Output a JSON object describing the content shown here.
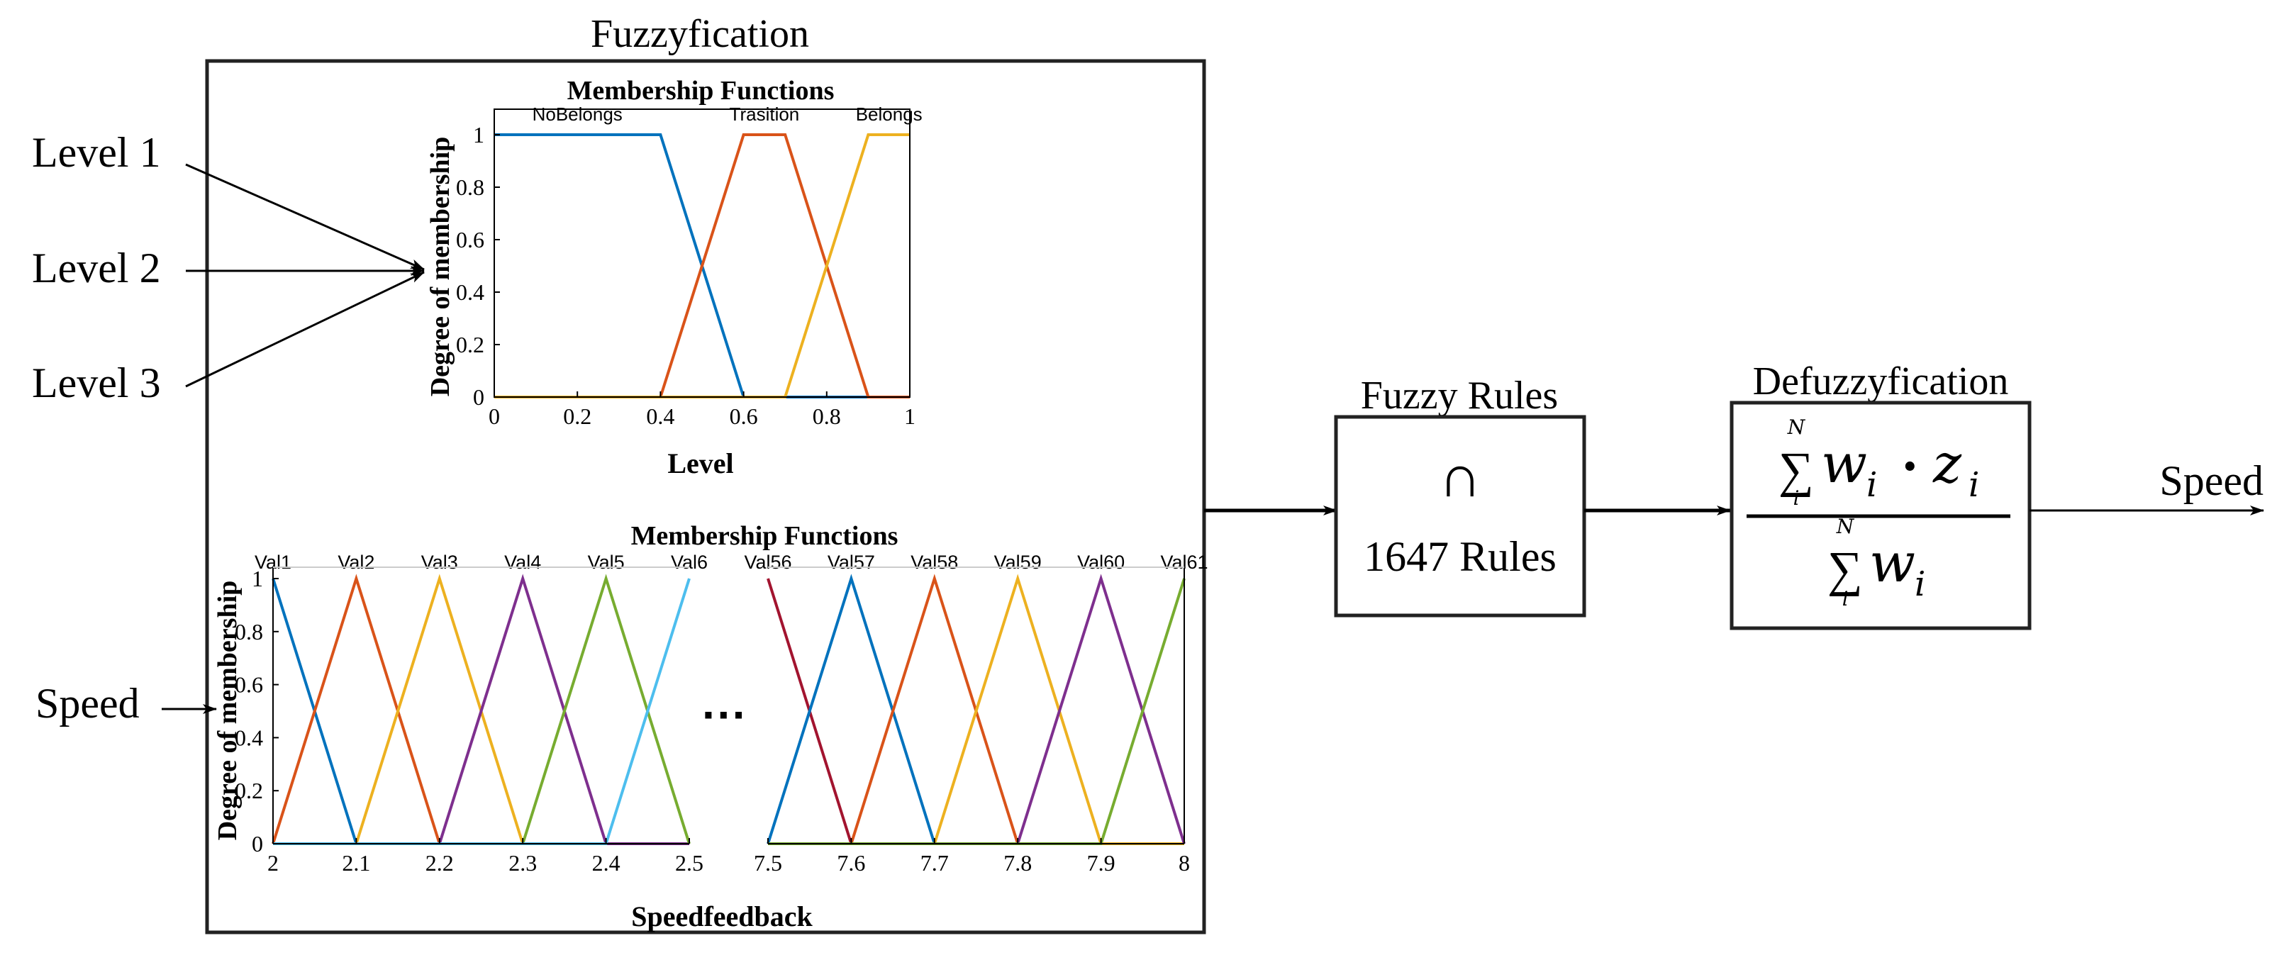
{
  "diagram": {
    "fuzzification_title": "Fuzzyfication",
    "inputs": [
      "Level 1",
      "Level 2",
      "Level 3",
      "Speed"
    ],
    "rules": {
      "title": "Fuzzy Rules",
      "symbol": "∩",
      "text": "1647 Rules"
    },
    "defuzz": {
      "title": "Defuzzyfication",
      "num_sum": "∑",
      "num_top": "N",
      "num_bottom": "i",
      "num_w": "w",
      "num_wsub": "i",
      "num_dot": "·",
      "num_z": "z",
      "num_zsub": "i",
      "den_sum": "∑",
      "den_top": "N",
      "den_bottom": "i",
      "den_w": "w",
      "den_wsub": "i"
    },
    "output": "Speed",
    "ellipsis": "···"
  },
  "chart_data": [
    {
      "type": "line",
      "title": "Membership Functions",
      "xlabel": "Level",
      "ylabel": "Degree of membership",
      "xlim": [
        0,
        1
      ],
      "ylim": [
        0,
        1
      ],
      "xticks": [
        "0",
        "0.2",
        "0.4",
        "0.6",
        "0.8",
        "1"
      ],
      "yticks": [
        "0",
        "0.2",
        "0.4",
        "0.6",
        "0.8",
        "1"
      ],
      "series": [
        {
          "name": "NoBelongs",
          "color": "#0072BD",
          "x": [
            0,
            0.4,
            0.6,
            1
          ],
          "y": [
            1,
            1,
            0,
            0
          ]
        },
        {
          "name": "Trasition",
          "color": "#D95319",
          "x": [
            0,
            0.4,
            0.6,
            0.7,
            0.9,
            1
          ],
          "y": [
            0,
            0,
            1,
            1,
            0,
            0
          ]
        },
        {
          "name": "Belongs",
          "color": "#EDB120",
          "x": [
            0,
            0.7,
            0.9,
            1
          ],
          "y": [
            0,
            0,
            1,
            1
          ]
        }
      ]
    },
    {
      "type": "line",
      "title": "Membership Functions",
      "xlabel": "Speedfeedback",
      "ylabel": "Degree of membership",
      "ylim": [
        0,
        1
      ],
      "yticks": [
        "0",
        "0.2",
        "0.4",
        "0.6",
        "0.8",
        "1"
      ],
      "panels": [
        {
          "xlim": [
            2,
            2.5
          ],
          "xticks": [
            "2",
            "2.1",
            "2.2",
            "2.3",
            "2.4",
            "2.5"
          ],
          "series": [
            {
              "name": "Val1",
              "color": "#0072BD",
              "x": [
                2,
                2.1,
                2.5
              ],
              "y": [
                1,
                0,
                0
              ]
            },
            {
              "name": "Val2",
              "color": "#D95319",
              "x": [
                2,
                2.1,
                2.2,
                2.5
              ],
              "y": [
                0,
                1,
                0,
                0
              ]
            },
            {
              "name": "Val3",
              "color": "#EDB120",
              "x": [
                2,
                2.1,
                2.2,
                2.3,
                2.5
              ],
              "y": [
                0,
                0,
                1,
                0,
                0
              ]
            },
            {
              "name": "Val4",
              "color": "#7E2F8E",
              "x": [
                2,
                2.2,
                2.3,
                2.4,
                2.5
              ],
              "y": [
                0,
                0,
                1,
                0,
                0
              ]
            },
            {
              "name": "Val5",
              "color": "#77AC30",
              "x": [
                2,
                2.3,
                2.4,
                2.5
              ],
              "y": [
                0,
                0,
                1,
                0
              ]
            },
            {
              "name": "Val6",
              "color": "#4DBEEE",
              "x": [
                2,
                2.4,
                2.5
              ],
              "y": [
                0,
                0,
                1
              ]
            }
          ]
        },
        {
          "xlim": [
            7.5,
            8
          ],
          "xticks": [
            "7.5",
            "7.6",
            "7.7",
            "7.8",
            "7.9",
            "8"
          ],
          "series": [
            {
              "name": "Val56",
              "color": "#A2142F",
              "x": [
                7.5,
                7.6,
                8
              ],
              "y": [
                1,
                0,
                0
              ]
            },
            {
              "name": "Val57",
              "color": "#0072BD",
              "x": [
                7.5,
                7.6,
                7.7,
                8
              ],
              "y": [
                0,
                1,
                0,
                0
              ]
            },
            {
              "name": "Val58",
              "color": "#D95319",
              "x": [
                7.5,
                7.6,
                7.7,
                7.8,
                8
              ],
              "y": [
                0,
                0,
                1,
                0,
                0
              ]
            },
            {
              "name": "Val59",
              "color": "#EDB120",
              "x": [
                7.5,
                7.7,
                7.8,
                7.9,
                8
              ],
              "y": [
                0,
                0,
                1,
                0,
                0
              ]
            },
            {
              "name": "Val60",
              "color": "#7E2F8E",
              "x": [
                7.5,
                7.8,
                7.9,
                8
              ],
              "y": [
                0,
                0,
                1,
                0
              ]
            },
            {
              "name": "Val61",
              "color": "#77AC30",
              "x": [
                7.5,
                7.9,
                8
              ],
              "y": [
                0,
                0,
                1
              ]
            }
          ]
        }
      ]
    }
  ]
}
